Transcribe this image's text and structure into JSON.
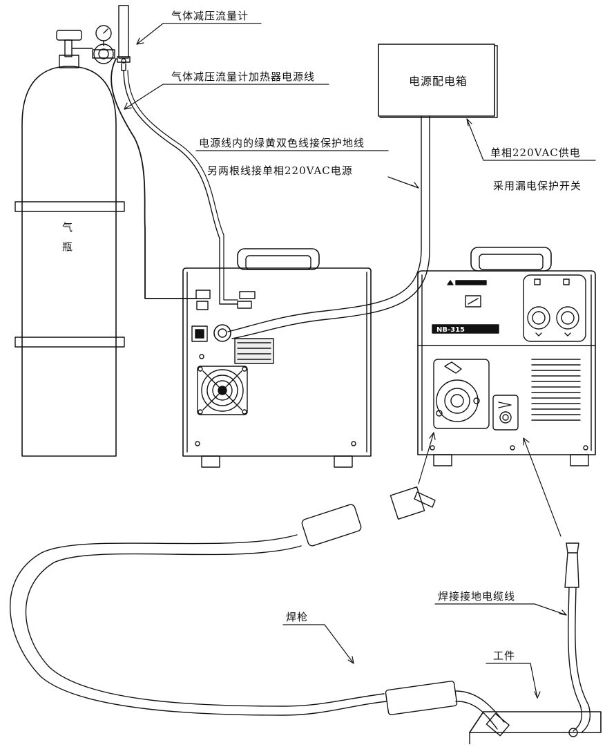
{
  "labels": {
    "flowmeter": "气体减压流量计",
    "heater_cable": "气体减压流量计加热器电源线",
    "distribution_box": "电源配电箱",
    "power_note_1": "电源线内的绿黄双色线接保护地线",
    "power_note_2": "另两根线接单相220VAC电源",
    "supply_note_1": "单相220VAC供电",
    "supply_note_2": "采用漏电保护开关",
    "cylinder_char_1": "气",
    "cylinder_char_2": "瓶",
    "ground_cable": "焊接接地电缆线",
    "torch": "焊枪",
    "workpiece": "工件"
  },
  "machine": {
    "model_text": "NB-315"
  }
}
